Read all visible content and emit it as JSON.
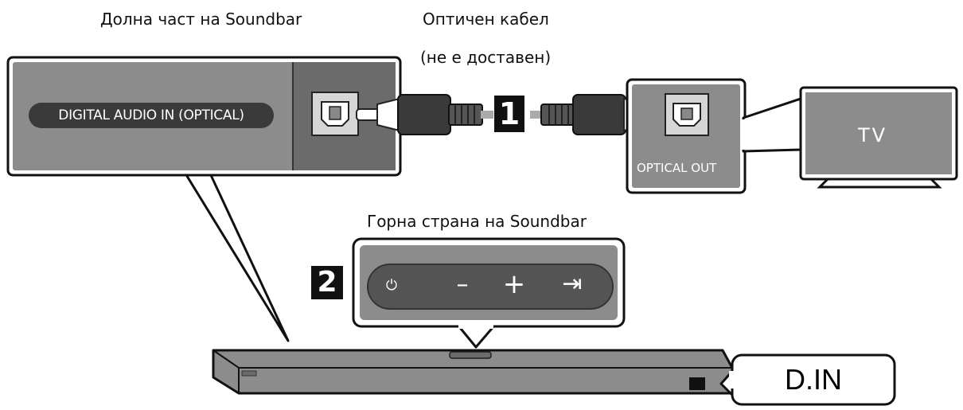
{
  "captions": {
    "bottom_side": "Долна част на Soundbar",
    "cable_line1": "Оптичен кабел",
    "cable_line2": "(не е доставен)",
    "top_side": "Горна страна на Soundbar"
  },
  "labels": {
    "digital_audio_in": "DIGITAL AUDIO IN (OPTICAL)",
    "optical_out": "OPTICAL OUT",
    "tv": "TV",
    "d_in": "D.IN"
  },
  "steps": {
    "step1": "1",
    "step2": "2"
  },
  "controls": {
    "power": "⏻",
    "minus": "–",
    "plus": "+",
    "source": "⇥"
  },
  "icons": [
    "optical-port-icon",
    "power-icon",
    "volume-down-icon",
    "volume-up-icon",
    "source-input-icon"
  ]
}
